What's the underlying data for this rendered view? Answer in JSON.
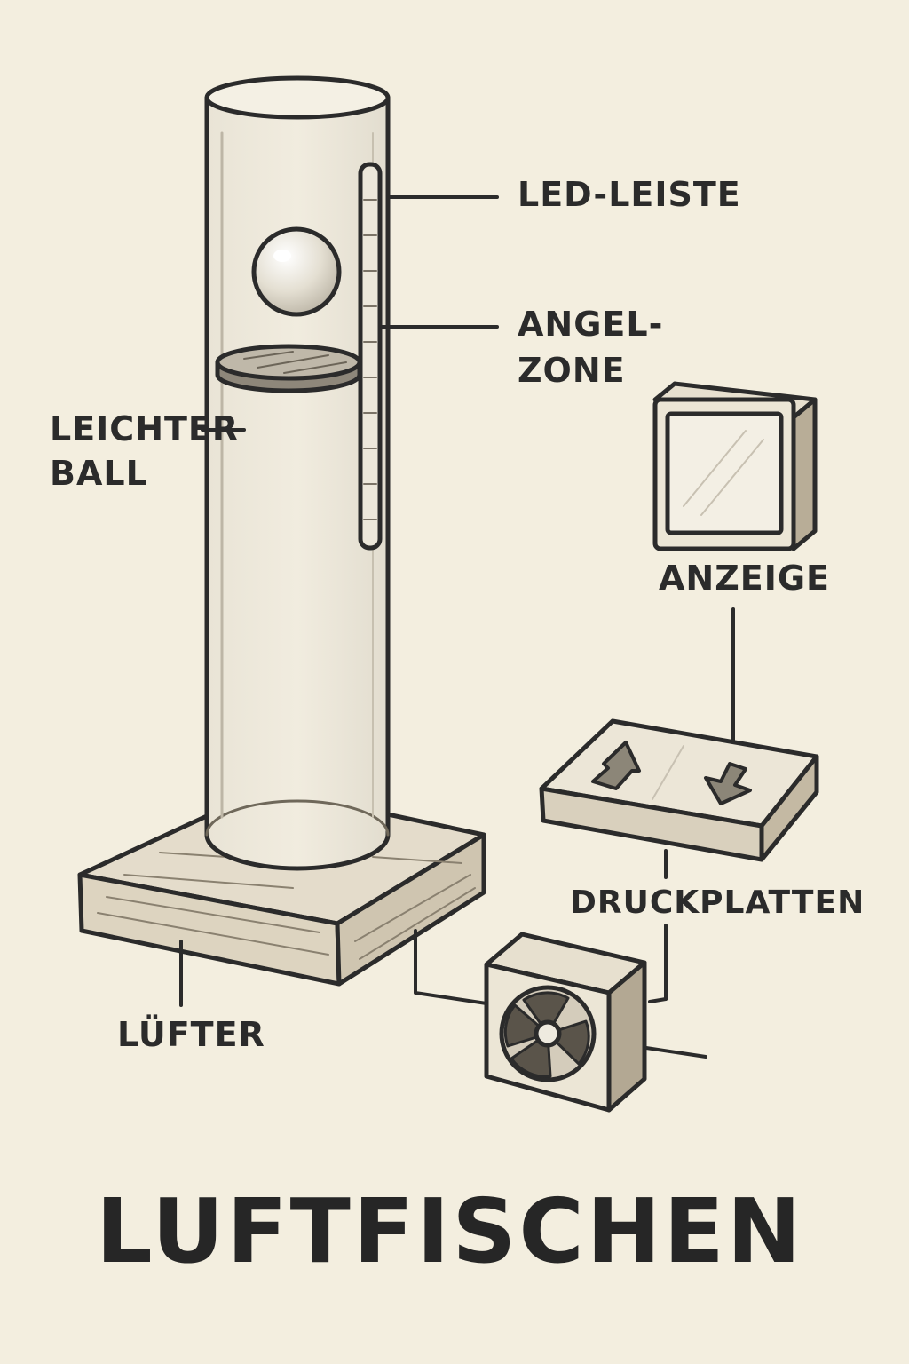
{
  "title": "LUFTFISCHEN",
  "labels": {
    "led_leiste": "LED-LEISTE",
    "angel_zone_line1": "ANGEL-",
    "angel_zone_line2": "ZONE",
    "leichter_ball_line1": "LEICHTER",
    "leichter_ball_line2": "BALL",
    "anzeige": "ANZEIGE",
    "druckplatten": "DRUCKPLATTEN",
    "luefter": "LÜFTER"
  },
  "colors": {
    "paper": "#f3eedf",
    "ink": "#2b2b2b",
    "wood": "#e6decb"
  }
}
